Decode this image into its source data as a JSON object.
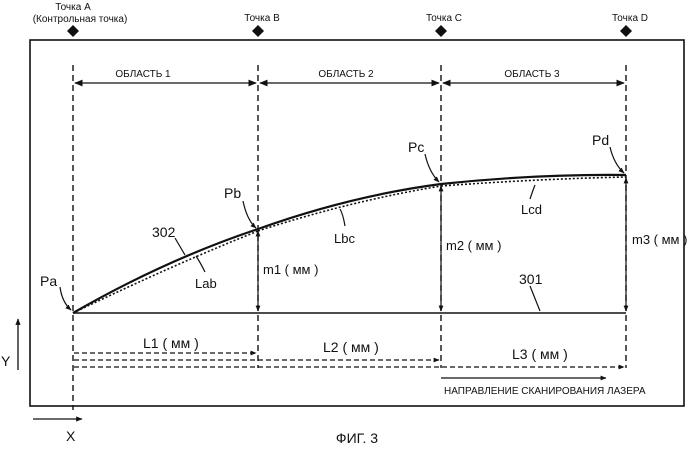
{
  "points": {
    "a_name": "Точка A",
    "a_sub": "(Контрольная точка)",
    "b_name": "Точка B",
    "c_name": "Точка C",
    "d_name": "Точка D"
  },
  "regions": [
    "ОБЛАСТЬ 1",
    "ОБЛАСТЬ 2",
    "ОБЛАСТЬ 3"
  ],
  "curve_points": [
    "Pa",
    "Pb",
    "Pc",
    "Pd"
  ],
  "curve_labels": {
    "ref_curve": "302",
    "base_line": "301",
    "lab": "Lab",
    "lbc": "Lbc",
    "lcd": "Lcd"
  },
  "heights": [
    "m1 ( мм )",
    "m2 ( мм )",
    "m3 ( мм )"
  ],
  "lengths": [
    "L1 ( мм )",
    "L2 ( мм )",
    "L3 ( мм )"
  ],
  "scan_direction": "НАПРАВЛЕНИЕ СКАНИРОВАНИЯ ЛАЗЕРА",
  "axes": {
    "x": "X",
    "y": "Y"
  },
  "figure_caption": "ФИГ. 3"
}
